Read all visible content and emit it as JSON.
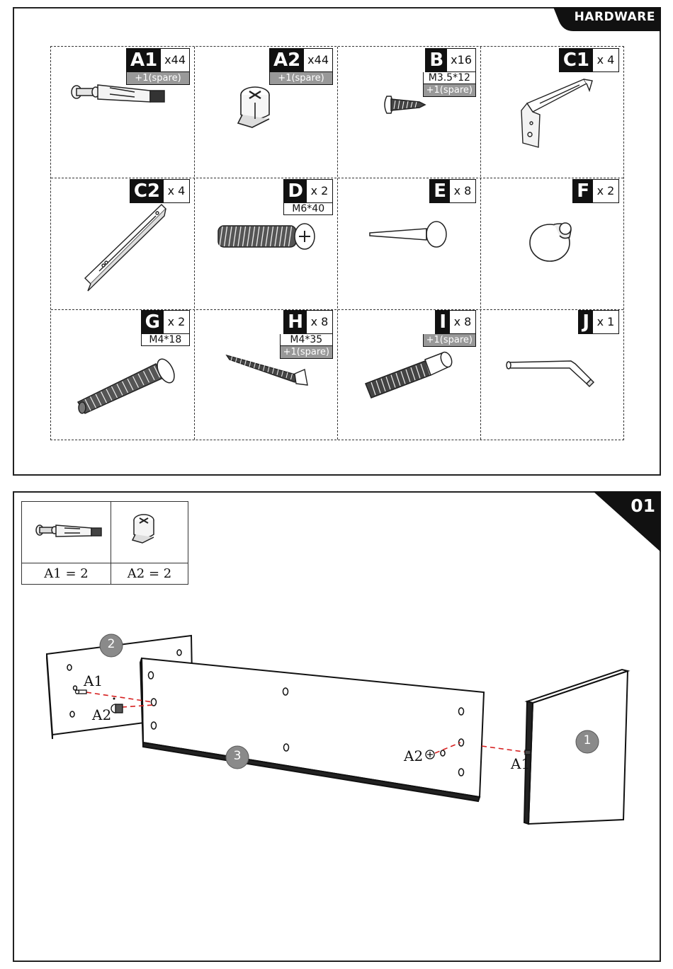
{
  "hardware_title": "HARDWARE",
  "parts": [
    {
      "code": "A1",
      "qty": "x44",
      "spec": "",
      "spare": "+1(spare)",
      "icon": "cam-bolt-icon"
    },
    {
      "code": "A2",
      "qty": "x44",
      "spec": "",
      "spare": "+1(spare)",
      "icon": "cam-lock-icon"
    },
    {
      "code": "B",
      "qty": "x16",
      "spec": "M3.5*12",
      "spare": "+1(spare)",
      "icon": "pan-head-screw-icon"
    },
    {
      "code": "C1",
      "qty": "x 4",
      "spec": "",
      "spare": "",
      "icon": "drawer-slide-bracket-icon"
    },
    {
      "code": "C2",
      "qty": "x 4",
      "spec": "",
      "spare": "",
      "icon": "drawer-slide-rail-icon"
    },
    {
      "code": "D",
      "qty": "x 2",
      "spec": "M6*40",
      "spare": "",
      "icon": "machine-bolt-icon"
    },
    {
      "code": "E",
      "qty": "x 8",
      "spec": "",
      "spare": "",
      "icon": "shelf-pin-icon"
    },
    {
      "code": "F",
      "qty": "x 2",
      "spec": "",
      "spare": "",
      "icon": "knob-icon"
    },
    {
      "code": "G",
      "qty": "x 2",
      "spec": "M4*18",
      "spare": "",
      "icon": "flat-head-bolt-icon"
    },
    {
      "code": "H",
      "qty": "x 8",
      "spec": "M4*35",
      "spare": "+1(spare)",
      "icon": "wood-screw-icon"
    },
    {
      "code": "I",
      "qty": "x 8",
      "spec": "",
      "spare": "+1(spare)",
      "icon": "socket-cap-bolt-icon"
    },
    {
      "code": "J",
      "qty": "x 1",
      "spec": "",
      "spare": "",
      "icon": "allen-key-icon"
    }
  ],
  "step": {
    "number": "01",
    "kit": [
      {
        "label": "A1 = 2",
        "icon": "cam-bolt-icon"
      },
      {
        "label": "A2 = 2",
        "icon": "cam-lock-icon"
      }
    ],
    "callouts": {
      "a1_left": "A1",
      "a2_left": "A2",
      "a2_right": "A2",
      "a1_right": "A1"
    },
    "panels": {
      "p1": "1",
      "p2": "2",
      "p3": "3"
    }
  },
  "colors": {
    "badge_bg": "#111111",
    "spare_bg": "#999999",
    "guide_line": "#d62020",
    "panel_marker": "#8a8a8a"
  }
}
